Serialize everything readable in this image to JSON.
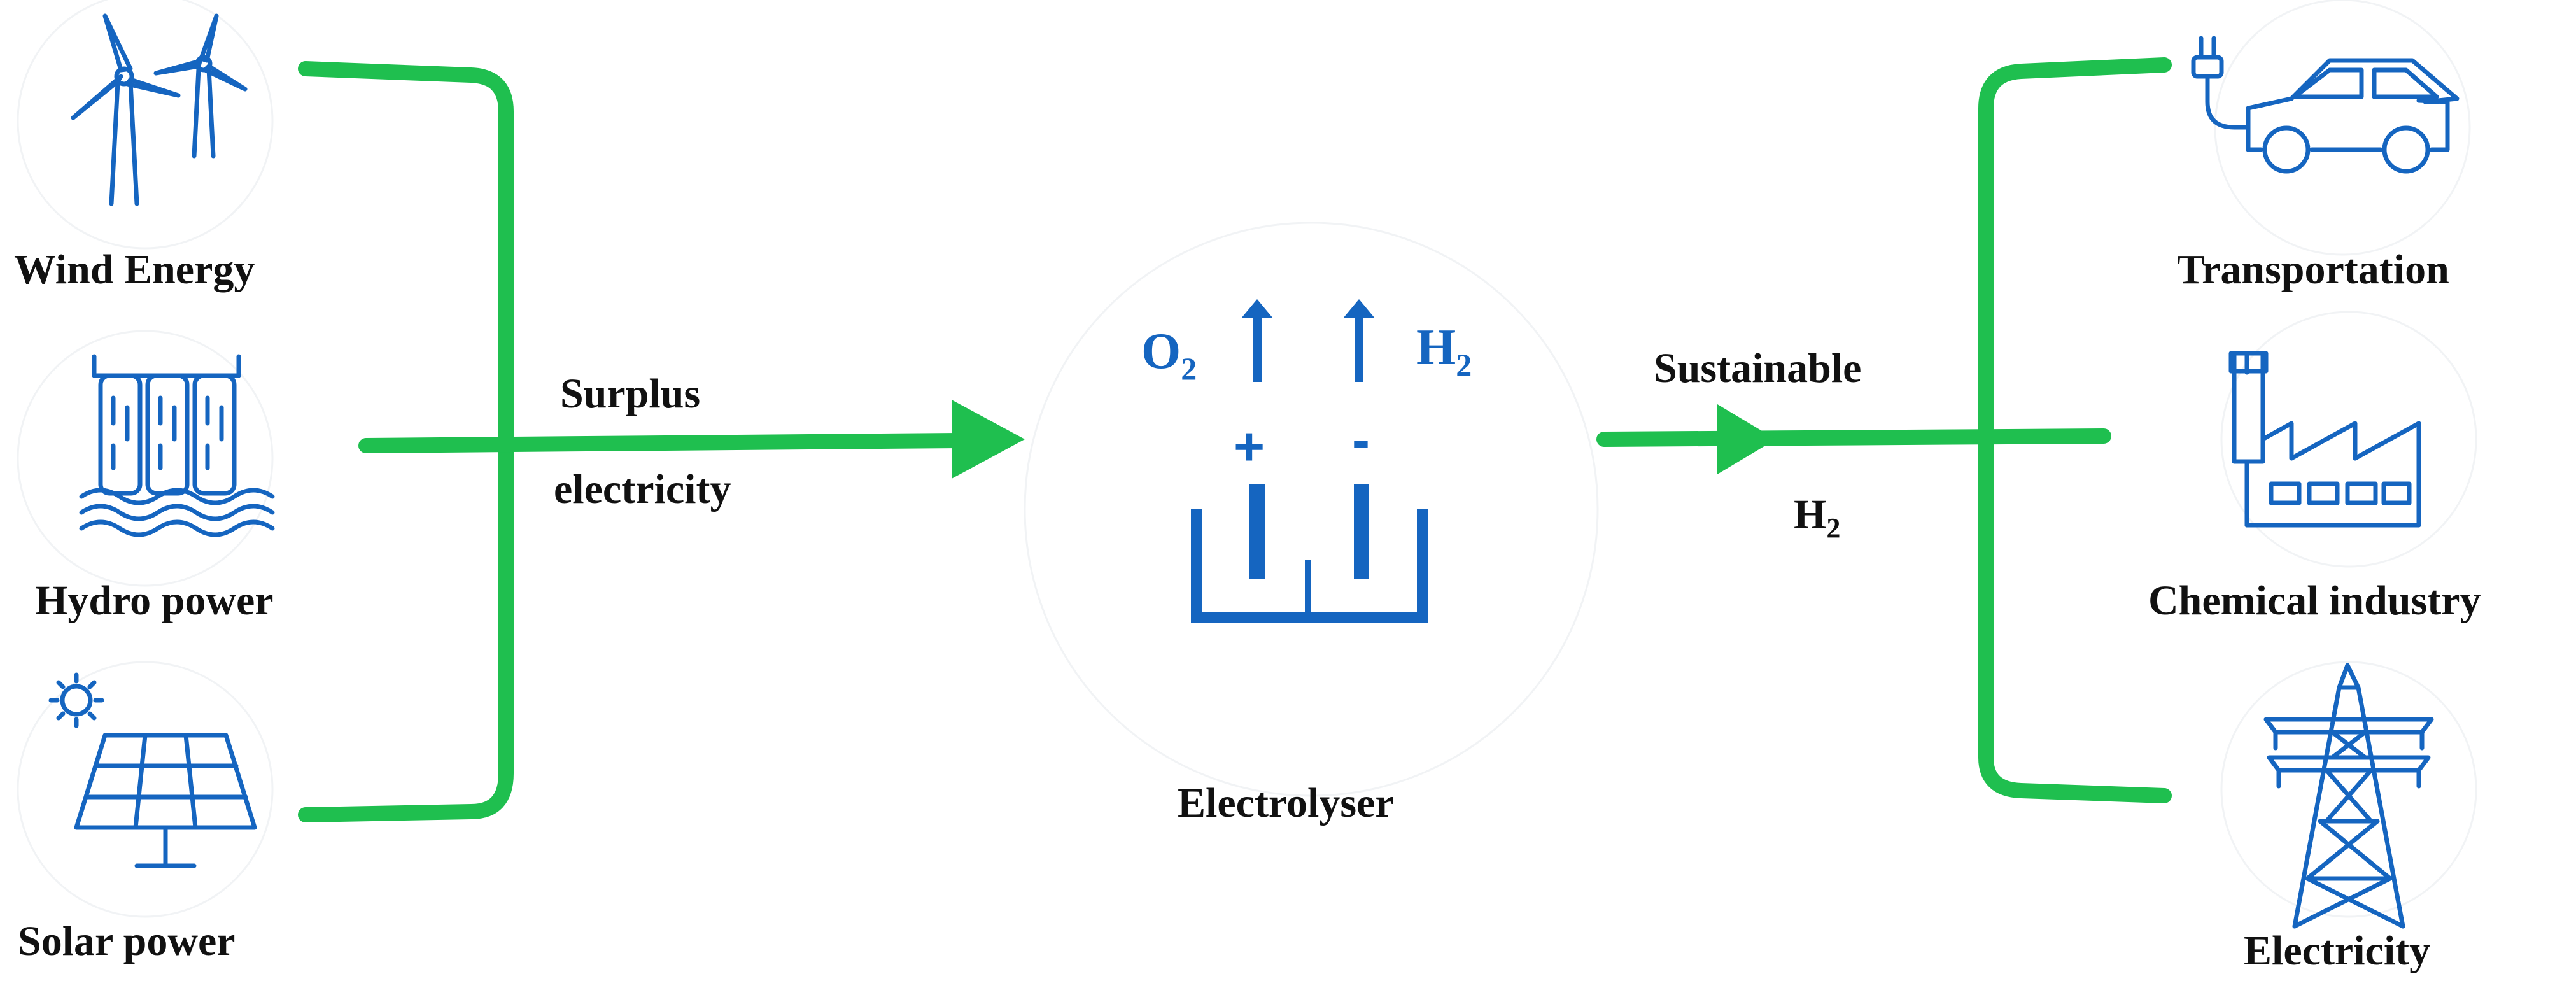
{
  "sources": [
    {
      "label": "Wind Energy",
      "icon": "wind-turbine-icon"
    },
    {
      "label": "Hydro power",
      "icon": "hydro-dam-icon"
    },
    {
      "label": "Solar power",
      "icon": "solar-panel-icon"
    }
  ],
  "input_flow": {
    "label_line1": "Surplus",
    "label_line2": "electricity"
  },
  "electrolyser": {
    "label": "Electrolyser",
    "left_gas": {
      "symbol": "O",
      "subscript": "2"
    },
    "right_gas": {
      "symbol": "H",
      "subscript": "2"
    },
    "anode_sign": "+",
    "cathode_sign": "-"
  },
  "output_flow": {
    "label_line1": "Sustainable",
    "label_symbol": "H",
    "label_subscript": "2"
  },
  "uses": [
    {
      "label": "Transportation",
      "icon": "electric-car-icon"
    },
    {
      "label": "Chemical industry",
      "icon": "factory-icon"
    },
    {
      "label": "Electricity",
      "icon": "power-pylon-icon"
    }
  ],
  "colors": {
    "flow": "#1fbf4f",
    "icon": "#1565c0",
    "text": "#111111"
  }
}
